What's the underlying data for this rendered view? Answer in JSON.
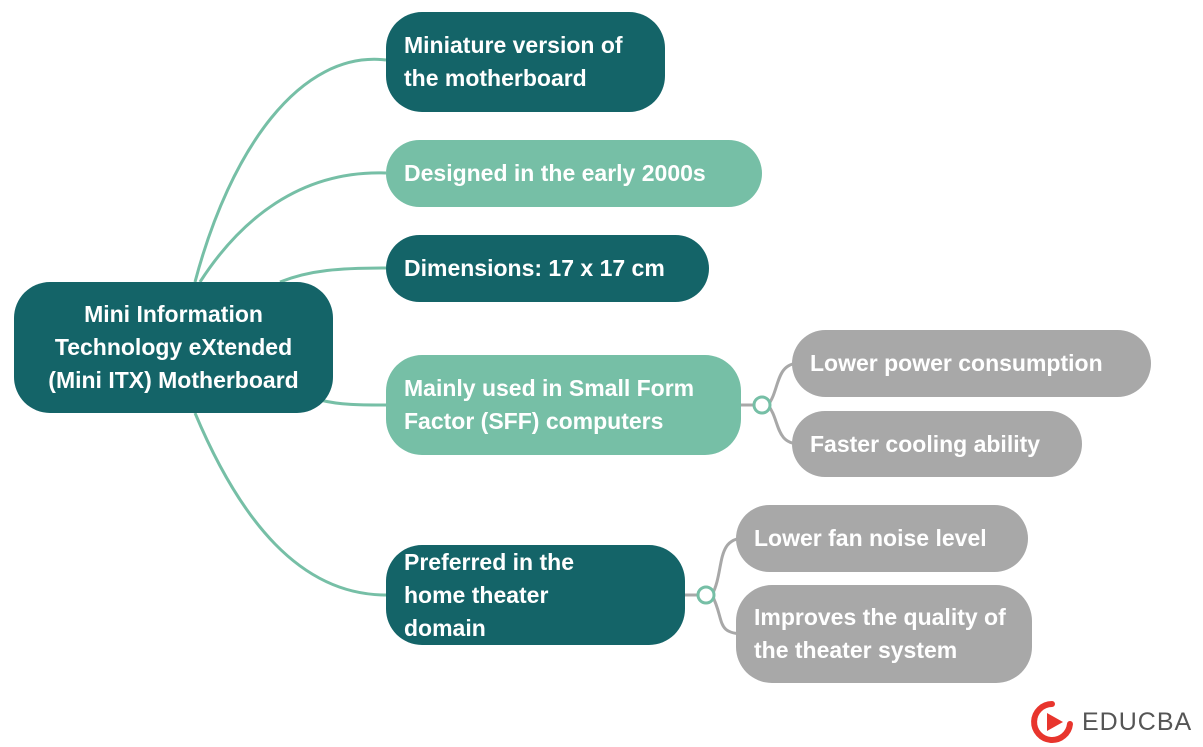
{
  "root": {
    "label": "Mini Information Technology eXtended (Mini ITX) Motherboard"
  },
  "branches": [
    {
      "label": "Miniature version of the motherboard"
    },
    {
      "label": "Designed in the early 2000s"
    },
    {
      "label": "Dimensions: 17 x 17 cm"
    },
    {
      "label": "Mainly used in Small Form Factor (SFF) computers",
      "children": [
        "Lower power consumption",
        "Faster cooling ability"
      ]
    },
    {
      "label": "Preferred in the home theater domain",
      "children": [
        "Lower fan noise level",
        "Improves the quality of the theater system"
      ]
    }
  ],
  "logo": {
    "text": "EDUCBA"
  },
  "colors": {
    "dark": "#146468",
    "light": "#76bfa6",
    "gray": "#a8a8a8",
    "logo": "#e8352d"
  }
}
